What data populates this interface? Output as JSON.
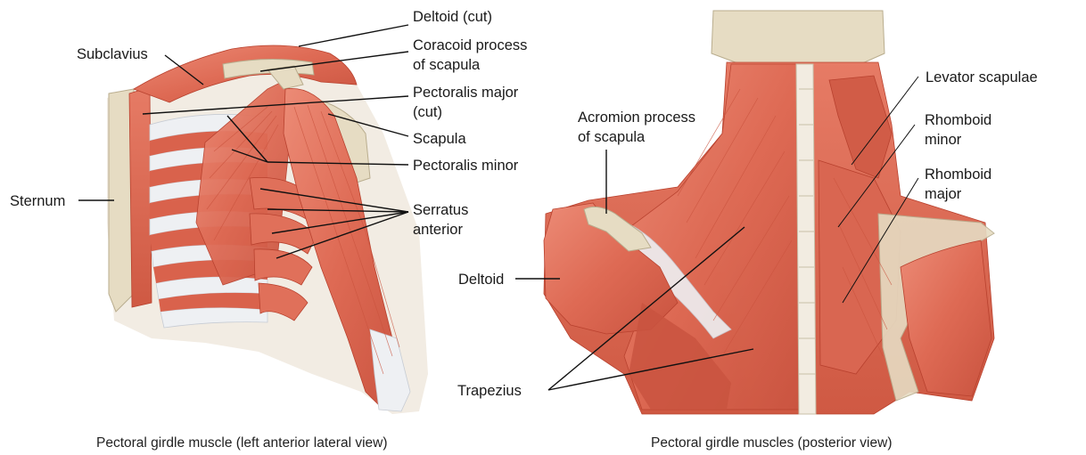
{
  "colors": {
    "muscle": "#e1705a",
    "muscle_dark": "#c4513c",
    "muscle_light": "#ec9582",
    "bone": "#e6dcc3",
    "tendon": "#eef0f3",
    "leader_line": "#111111"
  },
  "left_view": {
    "caption": "Pectoral girdle muscle (left anterior lateral view)",
    "labels": {
      "deltoid_cut": "Deltoid (cut)",
      "subclavius": "Subclavius",
      "coracoid_line1": "Coracoid process",
      "coracoid_line2": "of scapula",
      "pec_major_line1": "Pectoralis major",
      "pec_major_line2": "(cut)",
      "scapula": "Scapula",
      "pec_minor": "Pectoralis minor",
      "sternum": "Sternum",
      "serratus_line1": "Serratus",
      "serratus_line2": "anterior"
    }
  },
  "right_view": {
    "caption": "Pectoral girdle muscles (posterior view)",
    "labels": {
      "levator": "Levator scapulae",
      "acromion_line1": "Acromion process",
      "acromion_line2": "of scapula",
      "rhomboid_minor_line1": "Rhomboid",
      "rhomboid_minor_line2": "minor",
      "rhomboid_major_line1": "Rhomboid",
      "rhomboid_major_line2": "major",
      "deltoid": "Deltoid",
      "trapezius": "Trapezius"
    }
  }
}
